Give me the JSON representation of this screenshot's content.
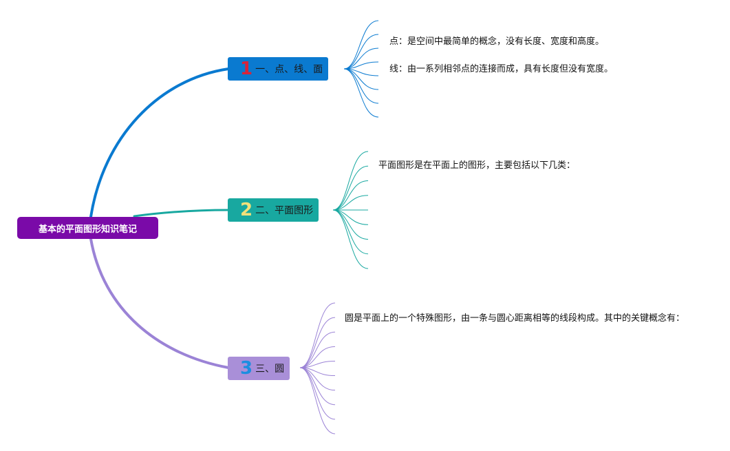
{
  "root": {
    "label": "基本的平面图形知识笔记",
    "color": "#7a0aa8"
  },
  "branches": [
    {
      "number": "1",
      "number_color": "#d8243a",
      "label": "一、点、线、面",
      "color": "#0a7ad0",
      "line_color": "#0a7ad0",
      "leaves": [
        "点：是空间中最简单的概念，没有长度、宽度和高度。",
        "线：由一系列相邻点的连接而成，具有长度但没有宽度。"
      ]
    },
    {
      "number": "2",
      "number_color": "#f2e07a",
      "label": "二、平面图形",
      "color": "#18a8a0",
      "line_color": "#18a8a0",
      "leaves": [
        "平面图形是在平面上的图形，主要包括以下几类："
      ]
    },
    {
      "number": "3",
      "number_color": "#1b8ee0",
      "label": "三、圆",
      "color": "#a98fd8",
      "line_color": "#9b83d6",
      "leaves": [
        "圆是平面上的一个特殊图形，由一条与圆心距离相等的线段构成。其中的关键概念有："
      ]
    }
  ]
}
